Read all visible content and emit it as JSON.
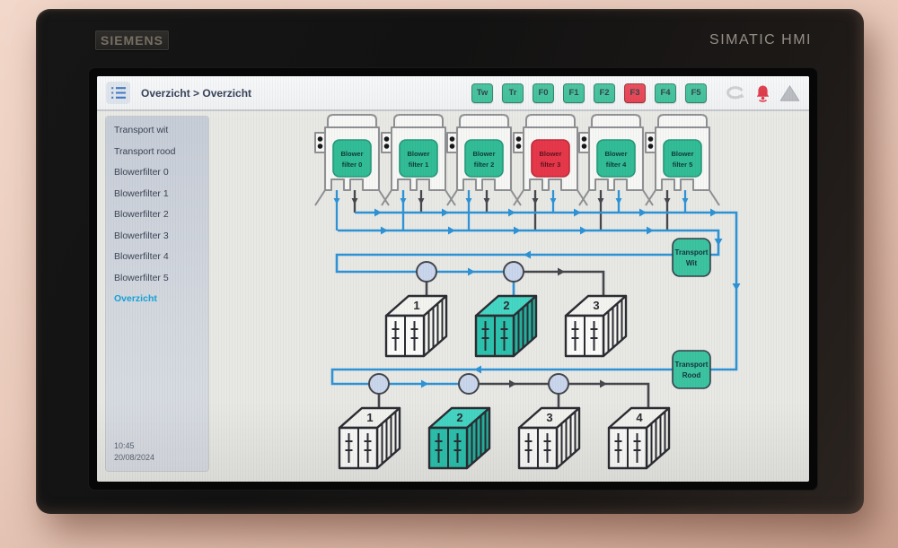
{
  "device": {
    "brand": "SIEMENS",
    "model": "SIMATIC HMI"
  },
  "screen": {
    "header": {
      "breadcrumb": "Overzicht > Overzicht",
      "function_buttons": [
        {
          "label": "Tw",
          "bg": "#35bd95"
        },
        {
          "label": "Tr",
          "bg": "#35bd95"
        },
        {
          "label": "F0",
          "bg": "#35bd95"
        },
        {
          "label": "F1",
          "bg": "#35bd95"
        },
        {
          "label": "F2",
          "bg": "#35bd95"
        },
        {
          "label": "F3",
          "bg": "#e6384a"
        },
        {
          "label": "F4",
          "bg": "#35bd95"
        },
        {
          "label": "F5",
          "bg": "#35bd95"
        }
      ],
      "status_icons": [
        {
          "name": "acknowledge-loop-icon",
          "color": "#c9cccf"
        },
        {
          "name": "alarm-bell-icon",
          "color": "#dd2b3d"
        },
        {
          "name": "warning-triangle-icon",
          "color": "#b4b7bc"
        }
      ]
    },
    "sidebar": {
      "items": [
        {
          "label": "Transport wit",
          "active": false
        },
        {
          "label": "Transport rood",
          "active": false
        },
        {
          "label": "Blowerfilter 0",
          "active": false
        },
        {
          "label": "Blowerfilter 1",
          "active": false
        },
        {
          "label": "Blowerfilter 2",
          "active": false
        },
        {
          "label": "Blowerfilter 3",
          "active": false
        },
        {
          "label": "Blowerfilter 4",
          "active": false
        },
        {
          "label": "Blowerfilter 5",
          "active": false
        },
        {
          "label": "Overzicht",
          "active": true
        }
      ],
      "time": "10:45",
      "date": "20/08/2024"
    },
    "diagram": {
      "blower_filters": [
        {
          "line1": "Blower",
          "line2": "filter 0",
          "fill": "#32bd97",
          "border": "#27997a",
          "text": "#0e3c38",
          "status": "ok"
        },
        {
          "line1": "Blower",
          "line2": "filter 1",
          "fill": "#32bd97",
          "border": "#27997a",
          "text": "#0e3c38",
          "status": "ok"
        },
        {
          "line1": "Blower",
          "line2": "filter 2",
          "fill": "#32bd97",
          "border": "#27997a",
          "text": "#0e3c38",
          "status": "ok"
        },
        {
          "line1": "Blower",
          "line2": "filter 3",
          "fill": "#e6384a",
          "border": "#bf2b3b",
          "text": "#5e1320",
          "status": "alarm"
        },
        {
          "line1": "Blower",
          "line2": "filter 4",
          "fill": "#32bd97",
          "border": "#27997a",
          "text": "#0e3c38",
          "status": "ok"
        },
        {
          "line1": "Blower",
          "line2": "filter 5",
          "fill": "#32bd97",
          "border": "#27997a",
          "text": "#0e3c38",
          "status": "ok"
        }
      ],
      "transport_units": [
        {
          "line1": "Transport",
          "line2": "Wit"
        },
        {
          "line1": "Transport",
          "line2": "Rood"
        }
      ],
      "wit_row_containers": [
        {
          "number": "1",
          "front": "#fcfcfa",
          "top": "#f3f3ef",
          "side": "#f7f7f3",
          "selected": false
        },
        {
          "number": "2",
          "front": "#2cc2ae",
          "top": "#45d6c4",
          "side": "#26b2a0",
          "selected": true
        },
        {
          "number": "3",
          "front": "#fcfcfa",
          "top": "#f3f3ef",
          "side": "#f7f7f3",
          "selected": false
        }
      ],
      "rood_row_containers": [
        {
          "number": "1",
          "front": "#fcfcfa",
          "top": "#f3f3ef",
          "side": "#f7f7f3",
          "selected": false
        },
        {
          "number": "2",
          "front": "#2cc2ae",
          "top": "#45d6c4",
          "side": "#26b2a0",
          "selected": true
        },
        {
          "number": "3",
          "front": "#fcfcfa",
          "top": "#f3f3ef",
          "side": "#f7f7f3",
          "selected": false
        },
        {
          "number": "4",
          "front": "#fcfcfa",
          "top": "#f3f3ef",
          "side": "#f7f7f3",
          "selected": false
        }
      ],
      "colors": {
        "pipe_blue": "#2e93d6",
        "pipe_dark": "#45474d",
        "valve_fill": "#c9d6ec",
        "transport_fill": "#3cc3a0"
      }
    }
  }
}
